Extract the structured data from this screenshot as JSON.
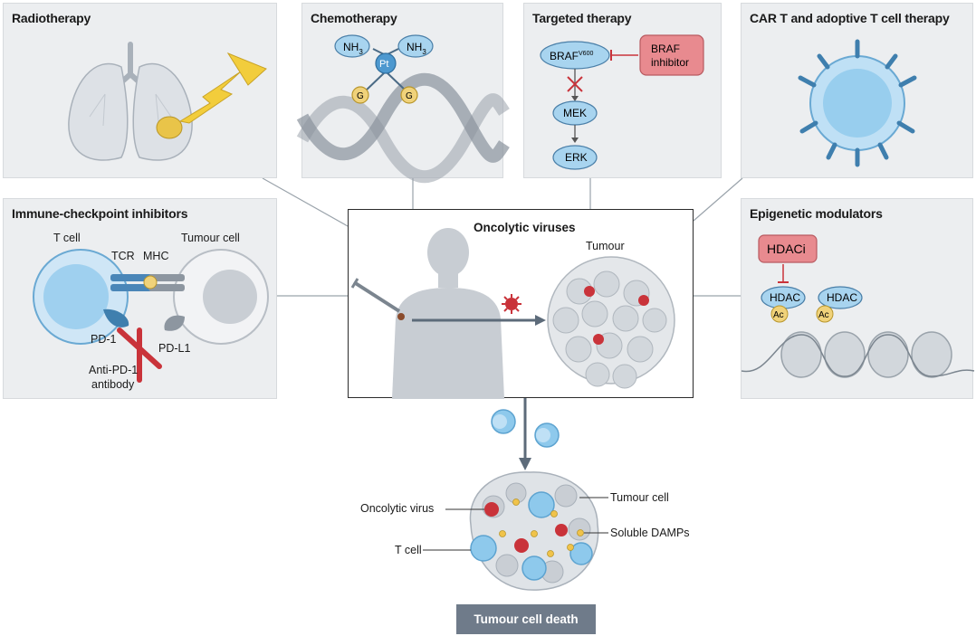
{
  "panels": {
    "radiotherapy": {
      "title": "Radiotherapy"
    },
    "chemotherapy": {
      "title": "Chemotherapy",
      "ligands": [
        "NH",
        "NH"
      ],
      "ligand_sub": "3",
      "metal": "Pt",
      "bases": [
        "G",
        "G"
      ]
    },
    "targeted": {
      "title": "Targeted therapy",
      "braf": "BRAF",
      "braf_sup": "V600",
      "inhibitor_line1": "BRAF",
      "inhibitor_line2": "inhibitor",
      "mek": "MEK",
      "erk": "ERK"
    },
    "car_t": {
      "title": "CAR T and adoptive T cell therapy"
    },
    "checkpoint": {
      "title": "Immune-checkpoint inhibitors",
      "t_cell": "T cell",
      "tumour_cell": "Tumour cell",
      "tcr": "TCR",
      "mhc": "MHC",
      "pd1": "PD-1",
      "pdl1": "PD-L1",
      "antibody_line1": "Anti-PD-1",
      "antibody_line2": "antibody"
    },
    "oncolytic": {
      "title": "Oncolytic viruses",
      "tumour": "Tumour"
    },
    "epigenetic": {
      "title": "Epigenetic modulators",
      "hdaci": "HDACi",
      "hdac": [
        "HDAC",
        "HDAC"
      ],
      "ac": [
        "Ac",
        "Ac"
      ]
    }
  },
  "outcome": {
    "oncolytic_virus": "Oncolytic virus",
    "t_cell": "T cell",
    "tumour_cell": "Tumour cell",
    "damps": "Soluble DAMPs",
    "death_label": "Tumour cell death"
  },
  "colors": {
    "panel_bg": "#eceef0",
    "cell_blue": "#8ec9ec",
    "virus_red": "#c9333a",
    "inhibitor_red": "#e88a8f",
    "death_box": "#6f7b8a"
  }
}
